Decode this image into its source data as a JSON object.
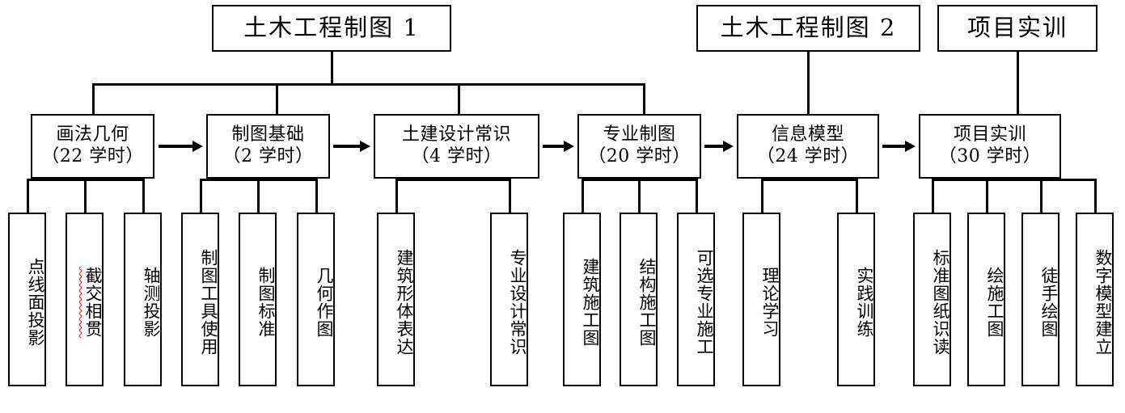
{
  "diagram": {
    "title_row": [
      {
        "id": "course-1",
        "label": "土木工程制图 1"
      },
      {
        "id": "course-2",
        "label": "土木工程制图 2"
      },
      {
        "id": "course-3",
        "label": "项目实训"
      }
    ],
    "modules": [
      {
        "id": "module-huafa",
        "name": "画法几何",
        "hours": "（22 学时）"
      },
      {
        "id": "module-zhitu",
        "name": "制图基础",
        "hours": "（2 学时）"
      },
      {
        "id": "module-tujian",
        "name": "土建设计常识",
        "hours": "（4 学时）"
      },
      {
        "id": "module-zhuanye",
        "name": "专业制图",
        "hours": "（20 学时）"
      },
      {
        "id": "module-xinxi",
        "name": "信息模型",
        "hours": "（24 学时）"
      },
      {
        "id": "module-shixun",
        "name": "项目实训",
        "hours": "（30 学时）"
      }
    ],
    "topics": [
      {
        "id": "topic-1",
        "label": "点线面投影",
        "spell_error": false
      },
      {
        "id": "topic-2",
        "label": "截交相贯",
        "spell_error": true
      },
      {
        "id": "topic-3",
        "label": "轴测投影",
        "spell_error": false
      },
      {
        "id": "topic-4",
        "label": "制图工具使用",
        "spell_error": false
      },
      {
        "id": "topic-5",
        "label": "制图标准",
        "spell_error": false
      },
      {
        "id": "topic-6",
        "label": "几何作图",
        "spell_error": false
      },
      {
        "id": "topic-7",
        "label": "建筑形体表达",
        "spell_error": false
      },
      {
        "id": "topic-8",
        "label": "专业设计常识",
        "spell_error": false
      },
      {
        "id": "topic-9",
        "label": "建筑施工图",
        "spell_error": false
      },
      {
        "id": "topic-10",
        "label": "结构施工图",
        "spell_error": false
      },
      {
        "id": "topic-11",
        "label": "可选专业施工",
        "spell_error": false
      },
      {
        "id": "topic-12",
        "label": "理论学习",
        "spell_error": false
      },
      {
        "id": "topic-13",
        "label": "实践训练",
        "spell_error": false
      },
      {
        "id": "topic-14",
        "label": "标准图纸识读",
        "spell_error": false
      },
      {
        "id": "topic-15",
        "label": "绘施工图",
        "spell_error": false
      },
      {
        "id": "topic-16",
        "label": "徒手绘图",
        "spell_error": false
      },
      {
        "id": "topic-17",
        "label": "数字模型建立",
        "spell_error": false
      }
    ],
    "colors": {
      "line": "#000000",
      "background": "#ffffff",
      "spell_error_underline": "#e01010"
    }
  }
}
